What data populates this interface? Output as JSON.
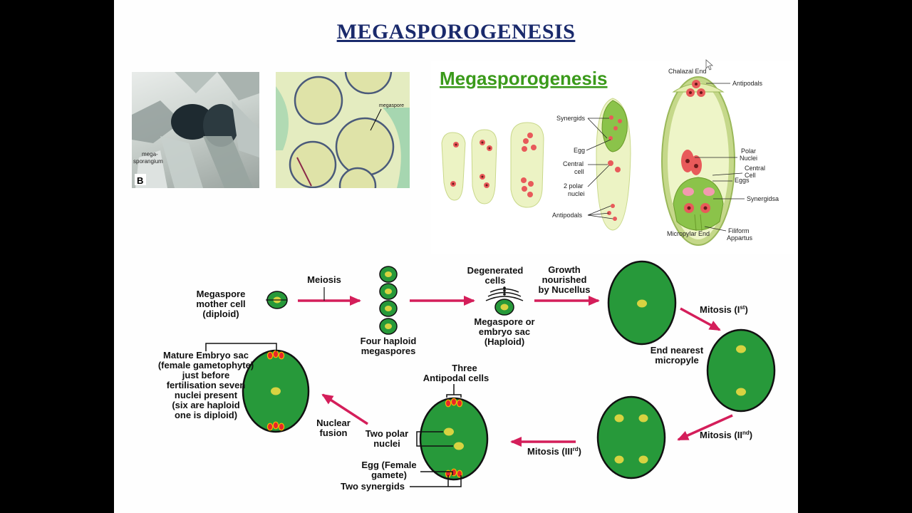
{
  "slide_title": "MEGASPOROGENESIS",
  "photo1": {
    "label_line1": "mega-",
    "label_line2": "sporangium",
    "corner_letter": "B"
  },
  "photo2": {
    "label": "megaspore"
  },
  "top_diagram": {
    "heading": "Megasporogenesis",
    "labels": {
      "synergids": "Synergids",
      "egg": "Egg",
      "central_cell_1": "Central",
      "central_cell_2": "cell",
      "polar_nuclei_1": "2 polar",
      "polar_nuclei_2": "nuclei",
      "antipodals_left": "Antipodals",
      "chalazal_end": "Chalazal End",
      "antipodals_right": "Antipodals",
      "polar_nuclei_r1": "Polar",
      "polar_nuclei_r2": "Nuclei",
      "central_cell_r1": "Central",
      "central_cell_r2": "Cell",
      "eggs": "Eggs",
      "synergidsa": "Synergidsa",
      "micropylar_end": "Micropylar End",
      "filiform_1": "Filiform",
      "filiform_2": "Appartus"
    }
  },
  "bottom_diagram": {
    "mother_cell": [
      "Megaspore",
      "mother cell",
      "(diploid)"
    ],
    "meiosis": "Meiosis",
    "four_haploid": [
      "Four haploid",
      "megaspores"
    ],
    "degenerated": [
      "Degenerated",
      "cells"
    ],
    "megaspore_sac": [
      "Megaspore or",
      "embryo sac",
      "(Haploid)"
    ],
    "growth": [
      "Growth",
      "nourished",
      "by Nucellus"
    ],
    "mitosis1": "Mitosis (I",
    "mitosis1_sup": "st",
    "end_nearest": [
      "End nearest",
      "micropyle"
    ],
    "mitosis2": "Mitosis (II",
    "mitosis2_sup": "nd",
    "mitosis3": "Mitosis (III",
    "mitosis3_sup": "rd",
    "three_antipodal": [
      "Three",
      "Antipodal cells"
    ],
    "two_polar": [
      "Two polar",
      "nuclei"
    ],
    "egg_female": [
      "Egg (Female",
      "gamete)"
    ],
    "two_synergids": "Two synergids",
    "nuclear_fusion": [
      "Nuclear",
      "fusion"
    ],
    "mature": [
      "Mature Embryo sac",
      "(female gametophyte)",
      "just before",
      "fertilisation seven",
      "nuclei present",
      "(six are haploid",
      "one is diploid)"
    ]
  },
  "colors": {
    "cell_green": "#27993a",
    "nucleus_yellow": "#d7d341",
    "arrow_pink": "#d41e5a",
    "title_navy": "#1a2a6c",
    "heading_green": "#3a9a1a"
  }
}
